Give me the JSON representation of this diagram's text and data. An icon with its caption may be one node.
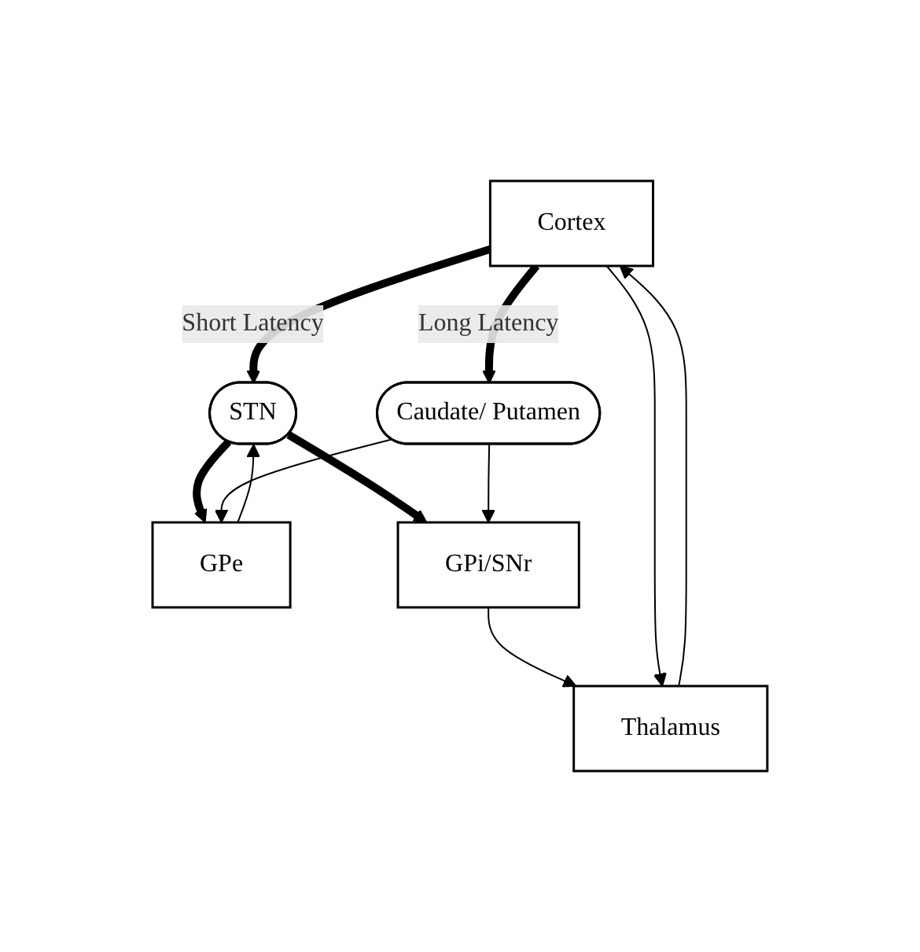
{
  "diagram": {
    "nodes": [
      {
        "text": [
          "Cortex"
        ]
      },
      {
        "text": [
          "STN"
        ]
      },
      {
        "text": [
          "Caudate/ Putamen"
        ]
      },
      {
        "text": [
          "GPe"
        ]
      },
      {
        "text": [
          "GPi/SNr"
        ]
      },
      {
        "text": [
          "Thalamus"
        ]
      }
    ],
    "edges": [
      {
        "from": 0,
        "to": 1,
        "arrow": "to",
        "label": "Short Latency",
        "style": "thick"
      },
      {
        "from": 0,
        "to": 2,
        "arrow": "to",
        "label": "Long Latency",
        "style": "thick"
      },
      {
        "from": 1,
        "to": 3,
        "arrow": "to",
        "style": "thick"
      },
      {
        "from": 3,
        "to": 1,
        "arrow": "to"
      },
      {
        "from": 2,
        "to": 3,
        "arrow": "to"
      },
      {
        "from": 1,
        "to": 4,
        "arrow": "to",
        "style": "thick"
      },
      {
        "from": 2,
        "to": 4,
        "arrow": "to"
      },
      {
        "from": 4,
        "to": 5,
        "arrow": "to"
      },
      {
        "from": 0,
        "to": 5,
        "arrow": "to"
      },
      {
        "from": 5,
        "to": 0,
        "arrow": "to"
      }
    ]
  }
}
